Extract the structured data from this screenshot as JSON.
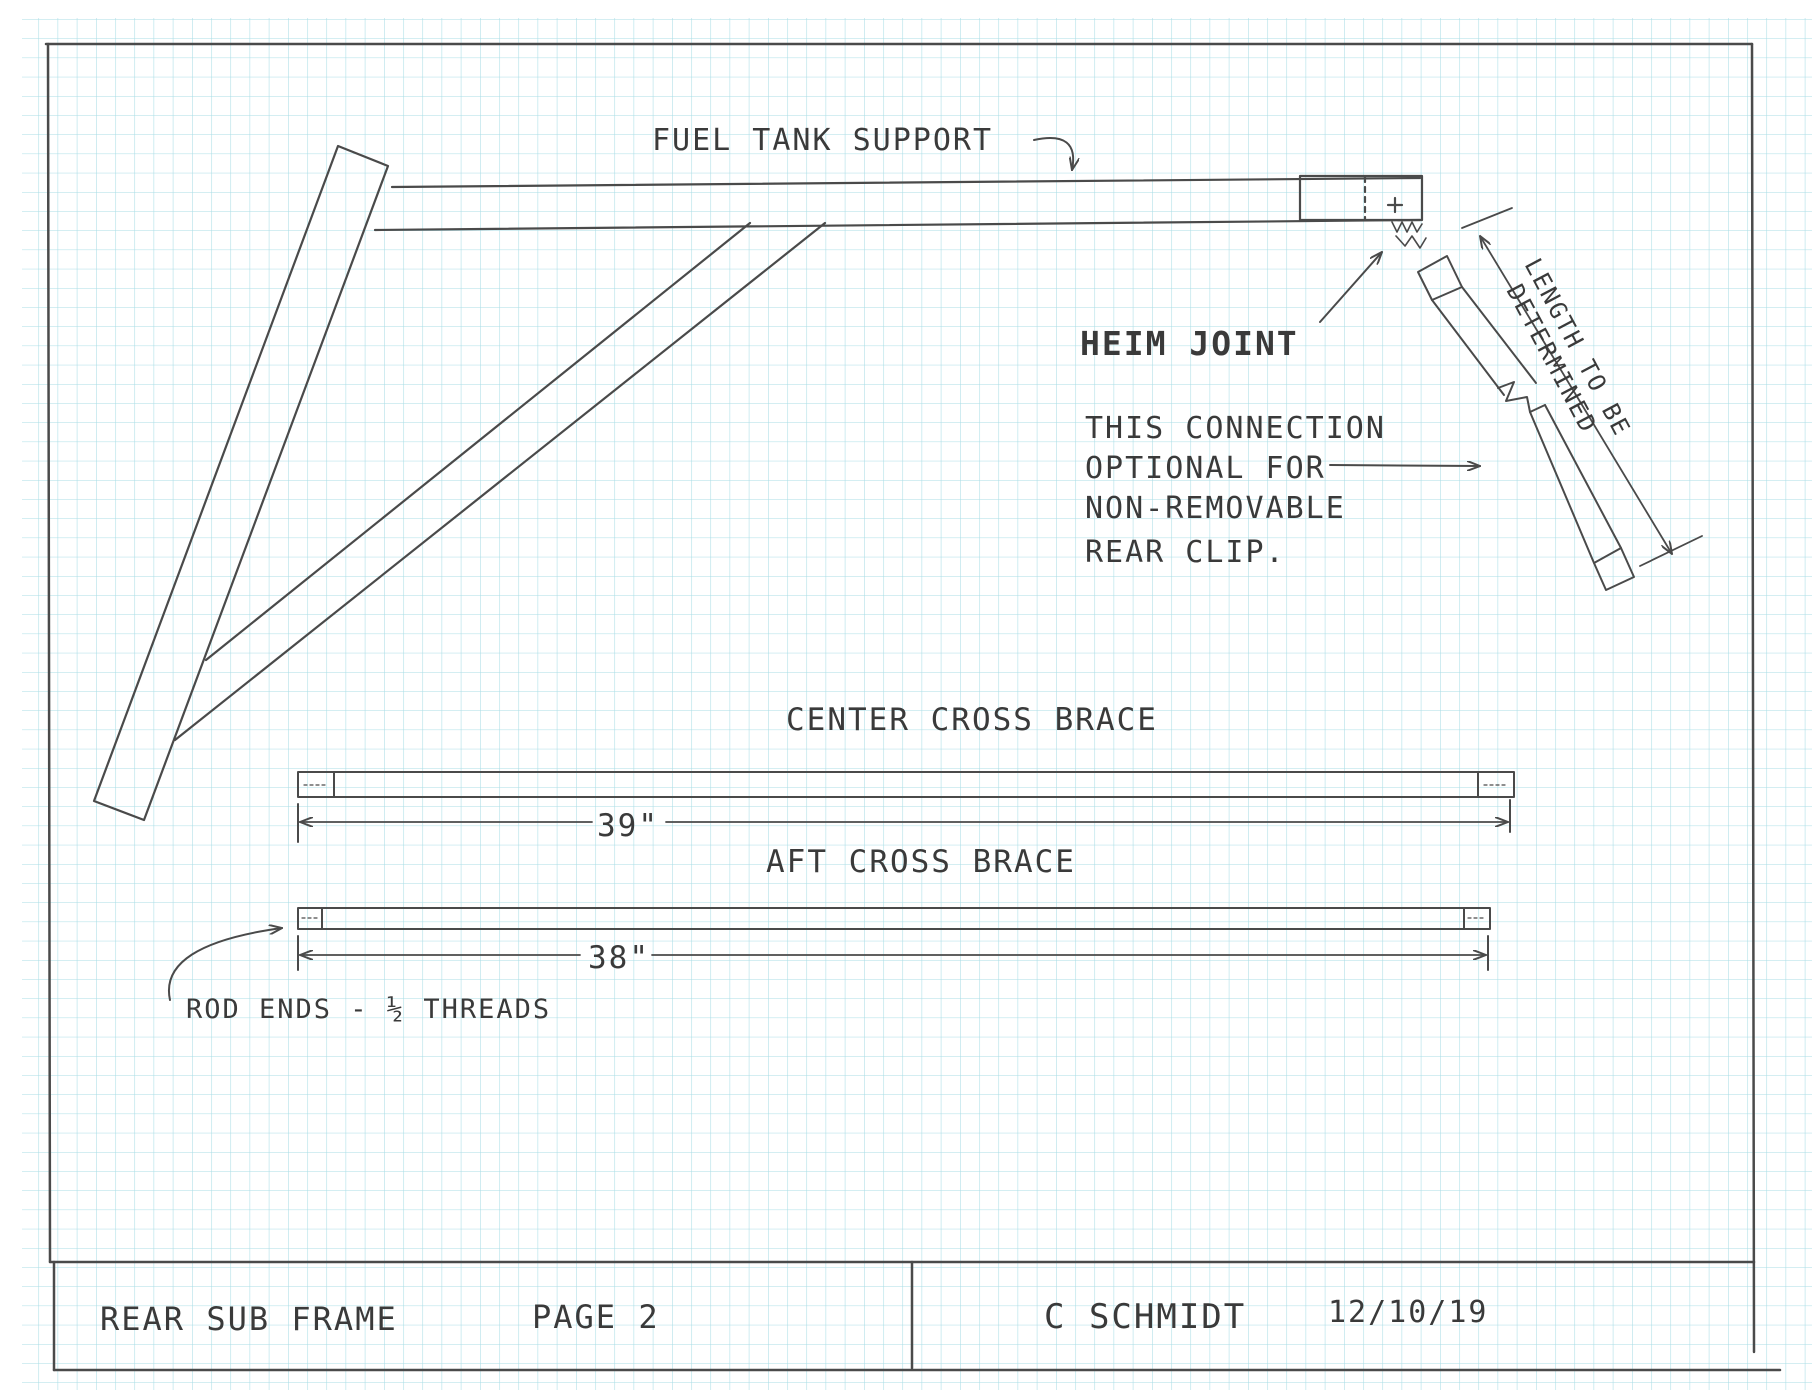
{
  "labels": {
    "fuel_tank_support": "FUEL TANK SUPPORT",
    "heim_joint": "HEIM JOINT",
    "connection_note": [
      "THIS CONNECTION",
      "OPTIONAL FOR",
      "NON-REMOVABLE",
      "REAR CLIP."
    ],
    "length_note": [
      "LENGTH TO BE",
      "DETERMINED"
    ],
    "center_cross_brace": "CENTER CROSS BRACE",
    "aft_cross_brace": "AFT CROSS BRACE",
    "center_dimension": "39\"",
    "aft_dimension": "38\"",
    "rod_ends_note": "ROD ENDS - ½ THREADS"
  },
  "title_block": {
    "drawing_title": "REAR SUB FRAME",
    "page": "PAGE 2",
    "author": "C SCHMIDT",
    "date": "12/10/19"
  },
  "colors": {
    "grid": "#a9dde6",
    "pencil": "#4a4a4a",
    "paper": "#ffffff"
  }
}
